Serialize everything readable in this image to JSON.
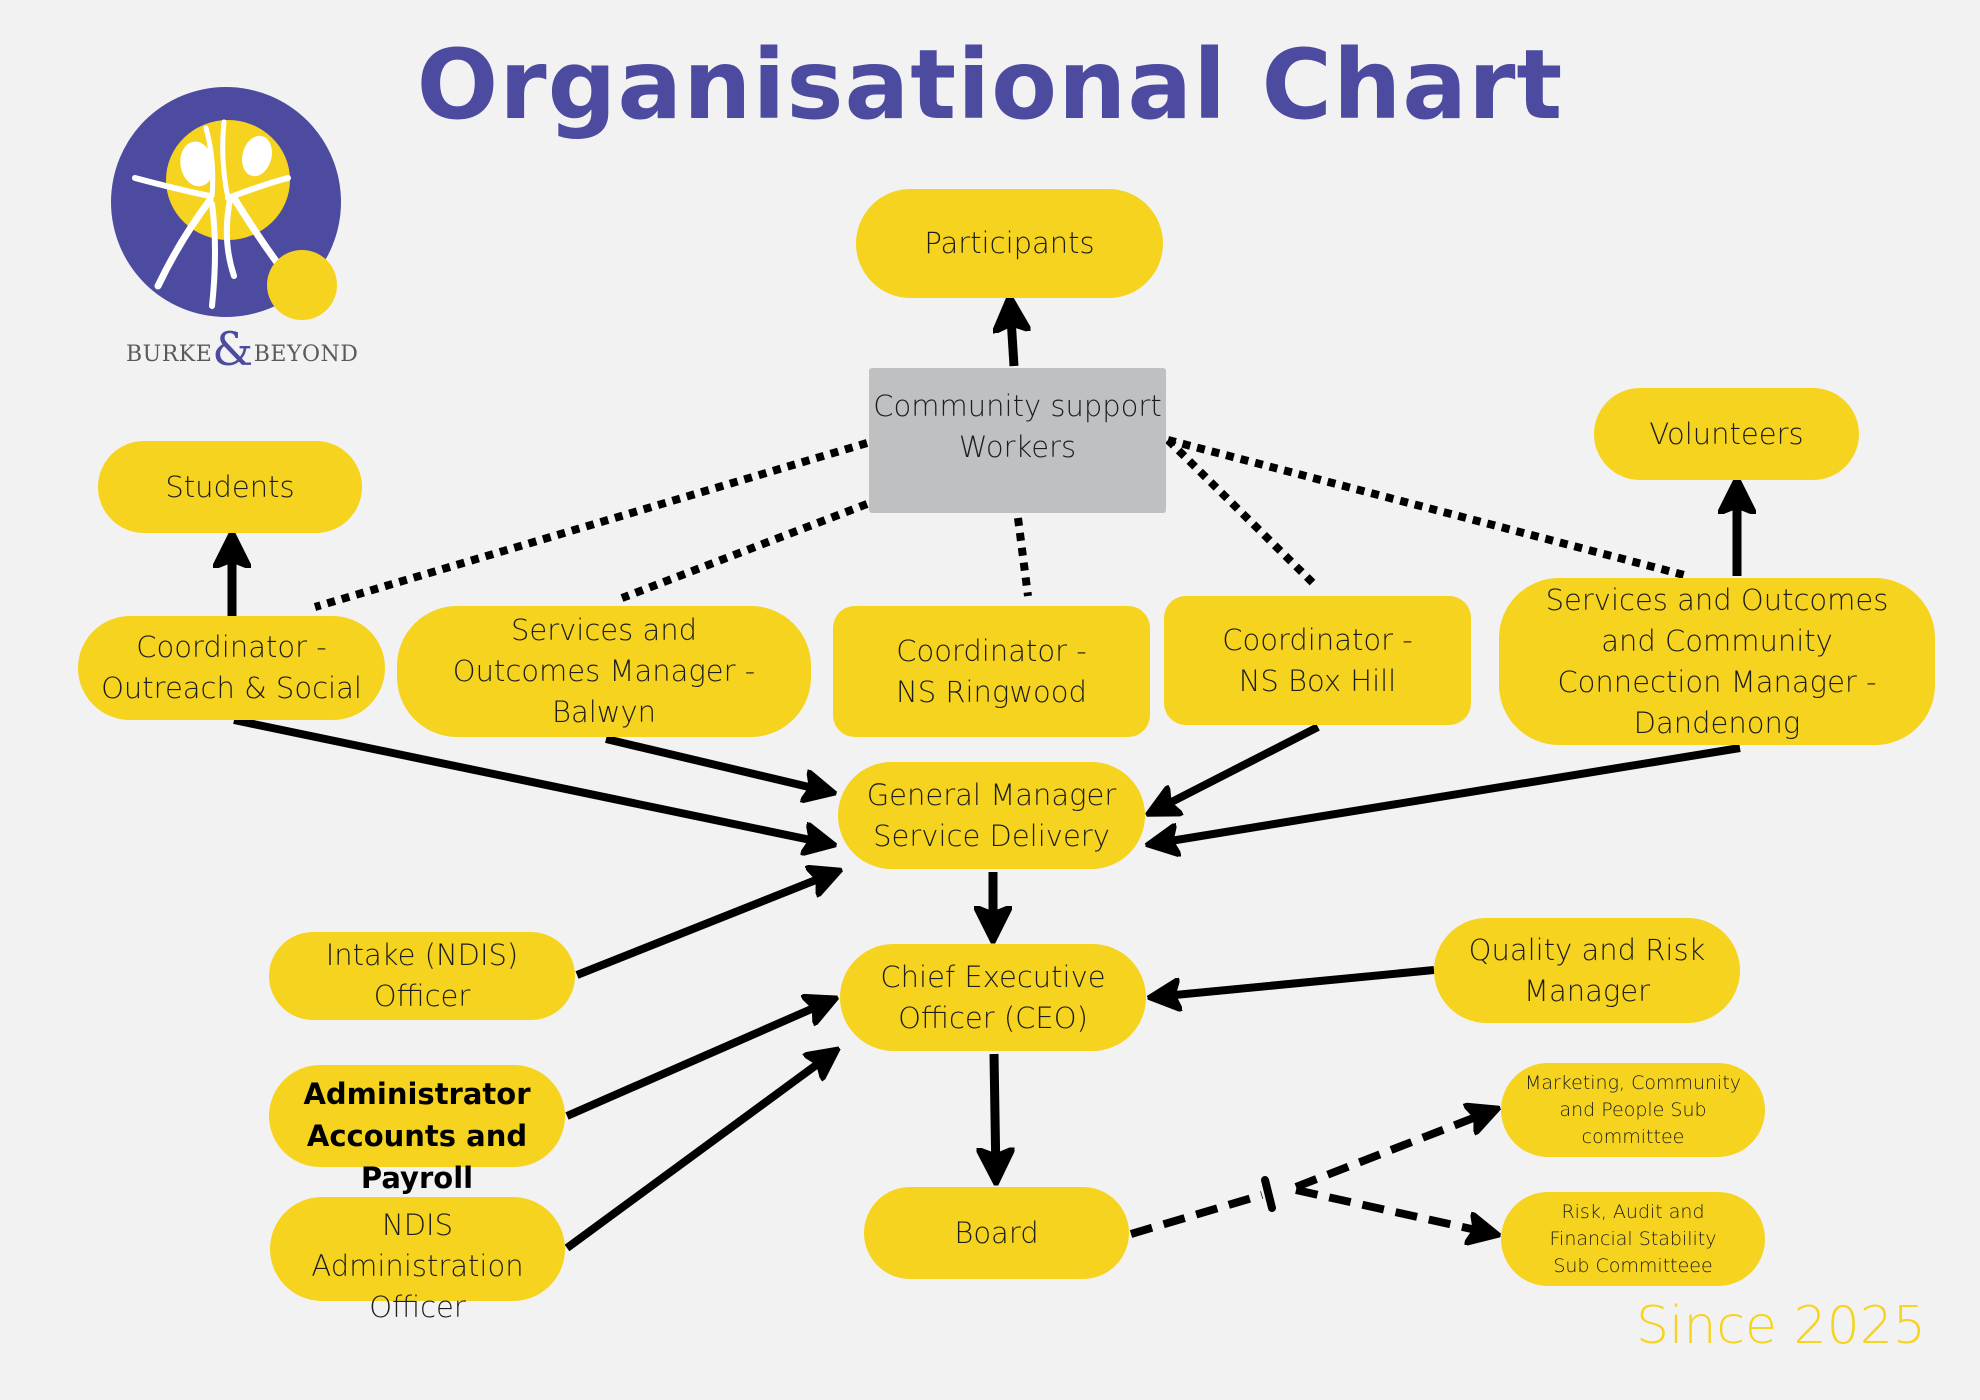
{
  "title": "Organisational Chart",
  "logo": {
    "name_left": "BURKE",
    "ampersand": "&",
    "name_right": "BEYOND",
    "colors": {
      "primary": "#4c4ba0",
      "accent": "#f5d31e"
    }
  },
  "footer": {
    "since": "Since 2025"
  },
  "colors": {
    "background": "#f2f2f2",
    "node": "#f5d31e",
    "support_node": "#bfc0c2",
    "title": "#4c4ba0",
    "connector": "#000000"
  },
  "nodes": {
    "participants": "Participants",
    "community_support": "Community support\nWorkers",
    "students": "Students",
    "volunteers": "Volunteers",
    "coord_outreach": "Coordinator -\nOutreach & Social",
    "services_balwyn": "Services and\nOutcomes Manager -\nBalwyn",
    "coord_ringwood": "Coordinator -\nNS Ringwood",
    "coord_boxhill": "Coordinator -\nNS Box Hill",
    "services_dandenong": "Services and Outcomes\nand Community\nConnection Manager -\nDandenong",
    "general_manager": "General Manager\nService Delivery",
    "intake_officer": "Intake  (NDIS)\nOfficer",
    "ceo": "Chief Executive\nOfficer (CEO)",
    "quality_risk": "Quality and Risk\nManager",
    "admin_accounts": "Administrator\nAccounts and\nPayroll",
    "ndis_admin": "NDIS\nAdministration\nOfficer",
    "board": "Board",
    "marketing_committee": "Marketing, Community\nand People Sub\ncommittee",
    "risk_committee": "Risk, Audit and\nFinancial Stability\nSub Committeee"
  },
  "connections": [
    {
      "from": "community_support",
      "to": "participants",
      "style": "solid-arrow"
    },
    {
      "from": "coord_outreach",
      "to": "students",
      "style": "solid-arrow"
    },
    {
      "from": "services_dandenong",
      "to": "volunteers",
      "style": "solid-arrow"
    },
    {
      "from": "community_support",
      "to": "coord_outreach",
      "style": "dotted"
    },
    {
      "from": "community_support",
      "to": "services_balwyn",
      "style": "dotted"
    },
    {
      "from": "community_support",
      "to": "coord_ringwood",
      "style": "dotted"
    },
    {
      "from": "community_support",
      "to": "coord_boxhill",
      "style": "dotted"
    },
    {
      "from": "community_support",
      "to": "services_dandenong",
      "style": "dotted"
    },
    {
      "from": "coord_outreach",
      "to": "general_manager",
      "style": "solid-arrow"
    },
    {
      "from": "services_balwyn",
      "to": "general_manager",
      "style": "solid-arrow"
    },
    {
      "from": "coord_boxhill",
      "to": "general_manager",
      "style": "solid-arrow"
    },
    {
      "from": "services_dandenong",
      "to": "general_manager",
      "style": "solid-arrow"
    },
    {
      "from": "intake_officer",
      "to": "general_manager",
      "style": "solid-arrow"
    },
    {
      "from": "general_manager",
      "to": "ceo",
      "style": "solid-arrow"
    },
    {
      "from": "quality_risk",
      "to": "ceo",
      "style": "solid-arrow"
    },
    {
      "from": "admin_accounts",
      "to": "ceo",
      "style": "solid-arrow"
    },
    {
      "from": "ndis_admin",
      "to": "ceo",
      "style": "solid-arrow"
    },
    {
      "from": "ceo",
      "to": "board",
      "style": "solid-arrow"
    },
    {
      "from": "board",
      "to": "marketing_committee",
      "style": "dashed-arrow"
    },
    {
      "from": "board",
      "to": "risk_committee",
      "style": "dashed-arrow"
    }
  ]
}
